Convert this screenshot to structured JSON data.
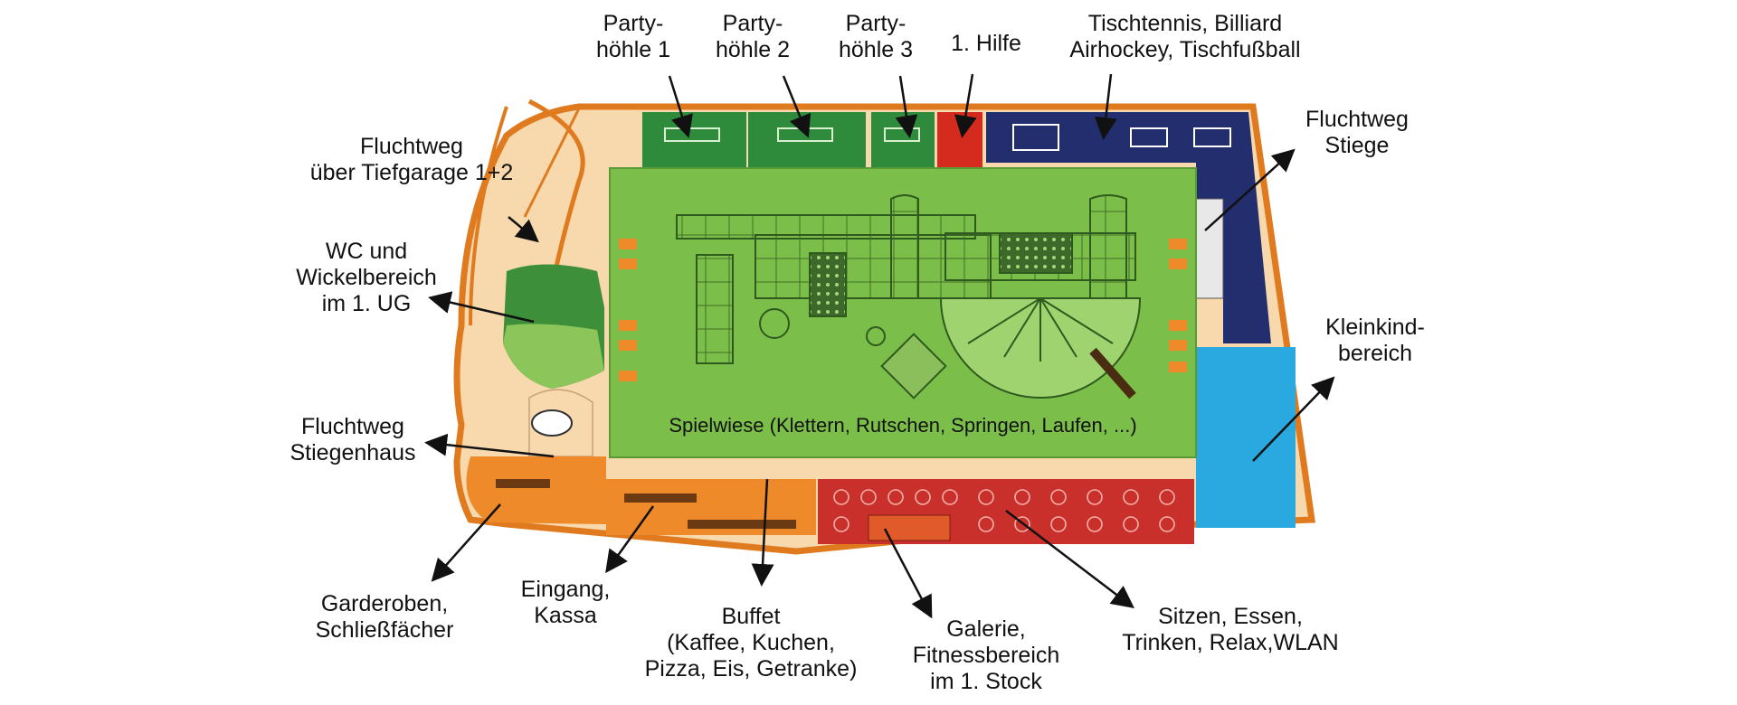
{
  "colors": {
    "outline": "#e07a1e",
    "play_area": "#7cbe4a",
    "party_green": "#2e8b3c",
    "first_aid": "#d42b1e",
    "games_navy": "#232e6e",
    "toddler_blue": "#2aa8e0",
    "seating_red": "#c9302c",
    "buffet_orange": "#ee8a2a",
    "light_floor": "#f7d9ad",
    "wc_green": "#3d8f3a"
  },
  "labels": {
    "party1": [
      "Party-",
      "höhle 1"
    ],
    "party2": [
      "Party-",
      "höhle 2"
    ],
    "party3": [
      "Party-",
      "höhle 3"
    ],
    "first_aid": [
      "1. Hilfe"
    ],
    "games": [
      "Tischtennis, Billiard",
      "Airhockey, Tischfußball"
    ],
    "escape_stairs": [
      "Fluchtweg",
      "Stiege"
    ],
    "escape_garage": [
      "Fluchtweg",
      "über Tiefgarage 1+2"
    ],
    "wc": [
      "WC und",
      "Wickelbereich",
      "im 1. UG"
    ],
    "toddler": [
      "Kleinkind-",
      "bereich"
    ],
    "escape_stairwell": [
      "Fluchtweg",
      "Stiegenhaus"
    ],
    "cloakroom": [
      "Garderoben,",
      "Schließfächer"
    ],
    "entrance": [
      "Eingang,",
      "Kassa"
    ],
    "buffet": [
      "Buffet",
      "(Kaffee, Kuchen,",
      "Pizza, Eis, Getranke)"
    ],
    "gallery": [
      "Galerie,",
      "Fitnessbereich",
      "im 1. Stock"
    ],
    "seating": [
      "Sitzen, Essen,",
      "Trinken, Relax,WLAN"
    ]
  },
  "inner_label": "Spielwiese (Klettern, Rutschen, Springen, Laufen, ...)"
}
